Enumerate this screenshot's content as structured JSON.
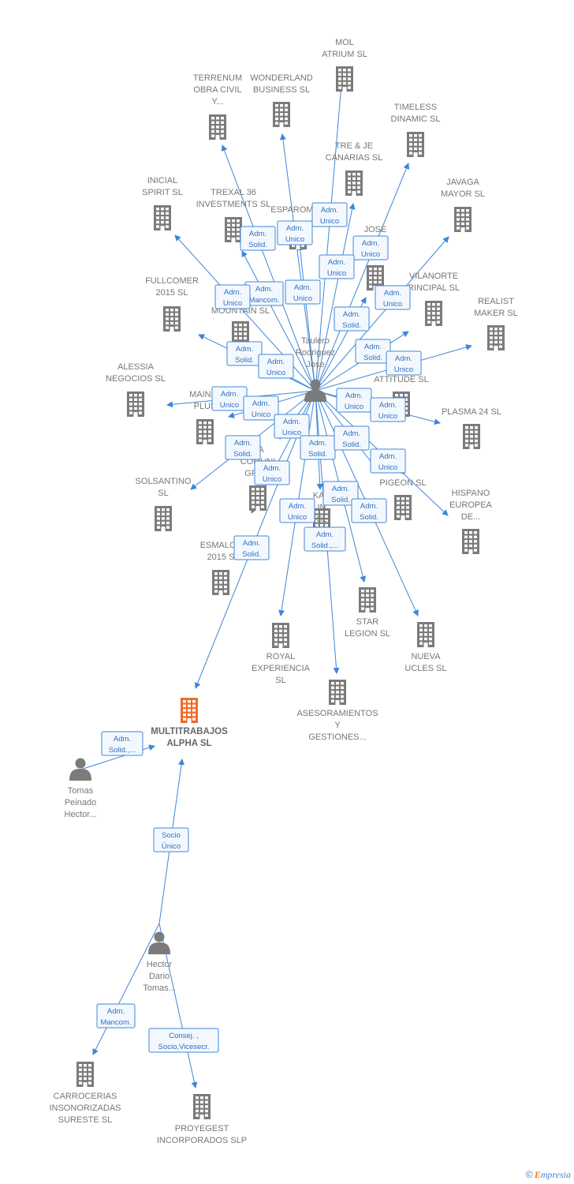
{
  "colors": {
    "edge": "#3d86d9",
    "node": "#7b7b7b",
    "focus": "#f26a2c",
    "label": "#777777"
  },
  "nodes": [
    {
      "id": "taulero",
      "type": "person",
      "lines": [
        "Taulero",
        "Rodriguez",
        "Jose"
      ]
    },
    {
      "id": "tomas",
      "type": "person",
      "lines": [
        "Tomas",
        "Peinado",
        "Hector..."
      ]
    },
    {
      "id": "hector",
      "type": "person",
      "lines": [
        "Hector",
        "Dario",
        "Tomas..."
      ]
    },
    {
      "id": "multitrabajos",
      "type": "focus",
      "lines": [
        "MULTITRABAJOS",
        "ALPHA  SL"
      ]
    },
    {
      "id": "mol",
      "type": "company",
      "lines": [
        "MOL",
        "ATRIUM  SL"
      ]
    },
    {
      "id": "terrenum",
      "type": "company",
      "lines": [
        "TERRENUM",
        "OBRA CIVIL",
        "Y..."
      ]
    },
    {
      "id": "wonderland",
      "type": "company",
      "lines": [
        "WONDERLAND",
        "BUSINESS  SL"
      ]
    },
    {
      "id": "timeless",
      "type": "company",
      "lines": [
        "TIMELESS",
        "DINAMIC  SL"
      ]
    },
    {
      "id": "treje",
      "type": "company",
      "lines": [
        "TRE & JE",
        "CANARIAS  SL"
      ]
    },
    {
      "id": "inicial",
      "type": "company",
      "lines": [
        "INICIAL",
        "SPIRIT  SL"
      ]
    },
    {
      "id": "trexal",
      "type": "company",
      "lines": [
        "TREXAL 36",
        "INVESTMENTS SL"
      ]
    },
    {
      "id": "esparomce",
      "type": "company",
      "lines": [
        "ESPAROMCE"
      ]
    },
    {
      "id": "javaga",
      "type": "company",
      "lines": [
        "JAVAGA",
        "MAYOR  SL"
      ]
    },
    {
      "id": "jose",
      "type": "company",
      "lines": [
        "JOSE",
        "A",
        "E  SL"
      ]
    },
    {
      "id": "vilanorte",
      "type": "company",
      "lines": [
        "VILANORTE",
        "RINCIPAL  SL"
      ]
    },
    {
      "id": "fullcomer",
      "type": "company",
      "lines": [
        "FULLCOMER",
        "2015  SL"
      ]
    },
    {
      "id": "mountain",
      "type": "company",
      "lines": [
        "MOUNTAIN  SL"
      ]
    },
    {
      "id": "realist",
      "type": "company",
      "lines": [
        "REALIST",
        "MAKER  SL"
      ]
    },
    {
      "id": "alessia",
      "type": "company",
      "lines": [
        "ALESSIA",
        "NEGOCIOS  SL"
      ]
    },
    {
      "id": "attitude",
      "type": "company",
      "lines": [
        "T",
        "ATTITUDE  SL"
      ]
    },
    {
      "id": "mainm",
      "type": "company",
      "lines": [
        "MAIN M",
        "PLUS"
      ]
    },
    {
      "id": "plasma",
      "type": "company",
      "lines": [
        "PLASMA 24 SL"
      ]
    },
    {
      "id": "comunic",
      "type": "company",
      "lines": [
        "NA",
        "COMUNI",
        "GRAFI"
      ]
    },
    {
      "id": "pigeon",
      "type": "company",
      "lines": [
        "E",
        "PIGEON  SL"
      ]
    },
    {
      "id": "solsantino",
      "type": "company",
      "lines": [
        "SOLSANTINO",
        "SL"
      ]
    },
    {
      "id": "hispano",
      "type": "company",
      "lines": [
        "HISPANO",
        "EUROPEA",
        "DE..."
      ]
    },
    {
      "id": "karin",
      "type": "company",
      "lines": [
        "KAR",
        "IN",
        "SL"
      ]
    },
    {
      "id": "esmalca",
      "type": "company",
      "lines": [
        "ESMALCA",
        "2015  S"
      ]
    },
    {
      "id": "star",
      "type": "company",
      "lines": [
        "STAR",
        "LEGION  SL"
      ]
    },
    {
      "id": "royal",
      "type": "company",
      "lines": [
        "ROYAL",
        "EXPERIENCIA",
        "SL"
      ]
    },
    {
      "id": "nueva",
      "type": "company",
      "lines": [
        "NUEVA",
        "UCLES  SL"
      ]
    },
    {
      "id": "asesoramientos",
      "type": "company",
      "lines": [
        "ASESORAMIENTOS",
        "Y",
        "GESTIONES..."
      ]
    },
    {
      "id": "carrocerias",
      "type": "company",
      "lines": [
        "CARROCERIAS",
        "INSONORIZADAS",
        "SURESTE  SL"
      ]
    },
    {
      "id": "proyegest",
      "type": "company",
      "lines": [
        "PROYEGEST",
        "INCORPORADOS SLP"
      ]
    }
  ],
  "tags": [
    [
      "Adm.",
      "Unico"
    ],
    [
      "Adm.",
      "Unico"
    ],
    [
      "Adm.",
      "Solid."
    ],
    [
      "Adm.",
      "Unico"
    ],
    [
      "Adm.",
      "Unico"
    ],
    [
      "Adm.",
      "Unico"
    ],
    [
      "Adm.",
      "Mancom."
    ],
    [
      "Adm.",
      "Unico"
    ],
    [
      "Adm.",
      "Unico"
    ],
    [
      "Adm.",
      "Solid."
    ],
    [
      "Adm.",
      "Solid."
    ],
    [
      "Adm.",
      "Unico"
    ],
    [
      "Adm.",
      "Solid."
    ],
    [
      "Adm.",
      "Unico"
    ],
    [
      "Adm.",
      "Unico"
    ],
    [
      "Adm.",
      "Unico"
    ],
    [
      "Adm.",
      "Unico"
    ],
    [
      "Adm.",
      "Unico"
    ],
    [
      "Adm.",
      "Unico"
    ],
    [
      "Adm.",
      "Solid."
    ],
    [
      "Adm.",
      "Solid."
    ],
    [
      "Adm.",
      "Solid."
    ],
    [
      "Adm.",
      "Unico"
    ],
    [
      "Adm.",
      "Unico"
    ],
    [
      "Adm.",
      "Solid."
    ],
    [
      "Adm.",
      "Unico"
    ],
    [
      "Adm.",
      "Solid."
    ],
    [
      "Adm.",
      "Solid.,..."
    ],
    [
      "Adm.",
      "Solid."
    ],
    [
      "Adm.",
      "Solid.,..."
    ],
    [
      "Socio",
      "Único"
    ],
    [
      "Adm.",
      "Mancom."
    ],
    [
      "Consej. ,",
      "Socio,Vicesecr."
    ]
  ],
  "footer": {
    "copyright": "©",
    "brand_initial": "E",
    "brand_rest": "mpresia"
  }
}
